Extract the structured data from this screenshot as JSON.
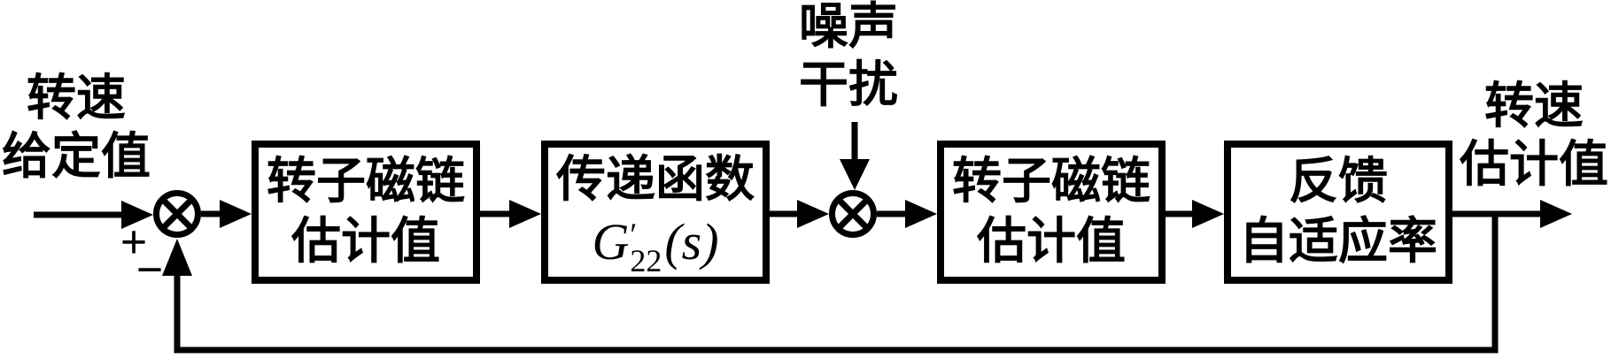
{
  "diagram": {
    "background": "#ffffff",
    "ink": "#000000",
    "input_label": {
      "line1": "转速",
      "line2": "给定值"
    },
    "summing_junction_1": {
      "plus": "+",
      "minus": "−"
    },
    "noise_label": {
      "line1": "噪声",
      "line2": "干扰"
    },
    "output_label": {
      "line1": "转速",
      "line2": "估计值"
    },
    "blocks": [
      {
        "line1": "转子磁链",
        "line2": "估计值"
      },
      {
        "line1": "传递函数",
        "formula": {
          "base": "G",
          "prime": "′",
          "sub": "22",
          "arg": "(s)"
        }
      },
      {
        "line1": "转子磁链",
        "line2": "估计值"
      },
      {
        "line1": "反馈",
        "line2": "自适应率"
      }
    ]
  }
}
